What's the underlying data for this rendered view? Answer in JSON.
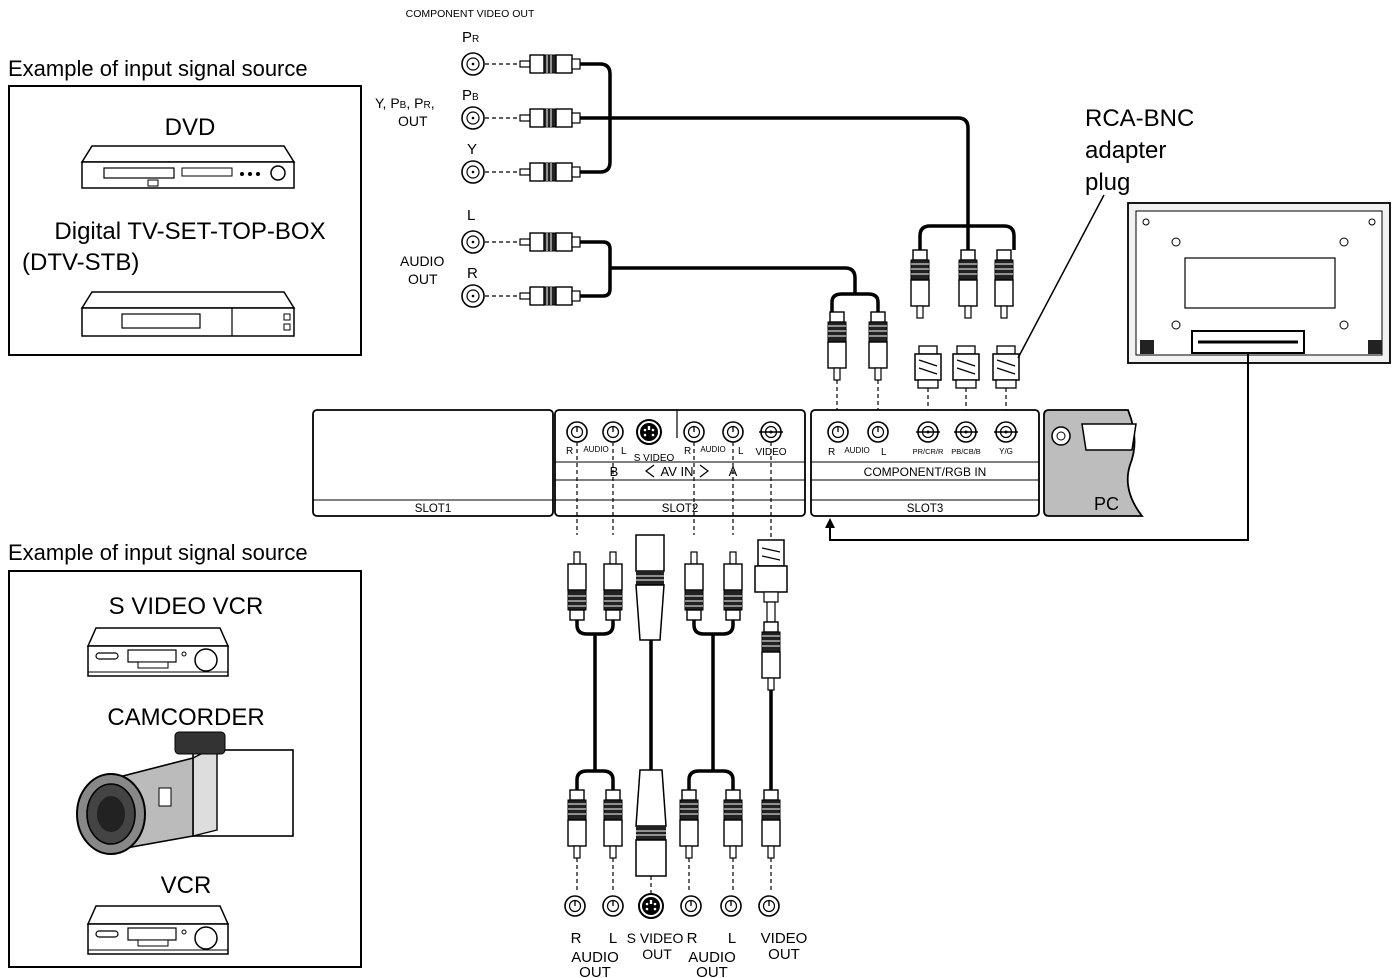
{
  "top_source": {
    "heading": "Example of input signal source",
    "device1": "DVD",
    "device2_line1": "Digital  TV-SET-TOP-BOX",
    "device2_line2": "(DTV-STB)"
  },
  "bottom_source": {
    "heading": "Example of input signal source",
    "device1": "S VIDEO VCR",
    "device2": "CAMCORDER",
    "device3": "VCR"
  },
  "component_out": {
    "heading": "COMPONENT VIDEO OUT",
    "pr_main": "P",
    "pr_sub": "R",
    "pb_main": "P",
    "pb_sub": "B",
    "y": "Y",
    "ypbpr_line1": "Y,  P",
    "ypbpr_sub1": "B",
    "ypbpr_mid": ", P",
    "ypbpr_sub2": "R",
    "ypbpr_end": ",",
    "ypbpr_line2": "OUT"
  },
  "audio_out_top": {
    "l": "L",
    "r": "R",
    "line1": "AUDIO",
    "line2": "OUT"
  },
  "adapter": {
    "line1": "RCA-BNC",
    "line2": "adapter",
    "line3": "plug"
  },
  "panel": {
    "slot1": "SLOT1",
    "slot2": "SLOT2",
    "slot3": "SLOT3",
    "pc": "PC",
    "av_r": "R",
    "av_audio": "AUDIO",
    "av_l": "L",
    "svideo": "S VIDEO",
    "av_r2": "R",
    "av_audio2": "AUDIO",
    "av_l2": "L",
    "video": "VIDEO",
    "b": "B",
    "av_in": "AV IN",
    "a": "A",
    "comp_r": "R",
    "comp_audio": "AUDIO",
    "comp_l": "L",
    "pr_label": "PR/CR/R",
    "pb_label": "PB/CB/B",
    "yg_label": "Y/G",
    "component_rgb_in": "COMPONENT/RGB IN"
  },
  "bottom_out": {
    "r1": "R",
    "l1": "L",
    "audio1": "AUDIO",
    "out1": "OUT",
    "svideo": "S VIDEO",
    "svideo_out": "OUT",
    "r2": "R",
    "l2": "L",
    "audio2": "AUDIO",
    "out2": "OUT",
    "video": "VIDEO",
    "video_out": "OUT"
  }
}
